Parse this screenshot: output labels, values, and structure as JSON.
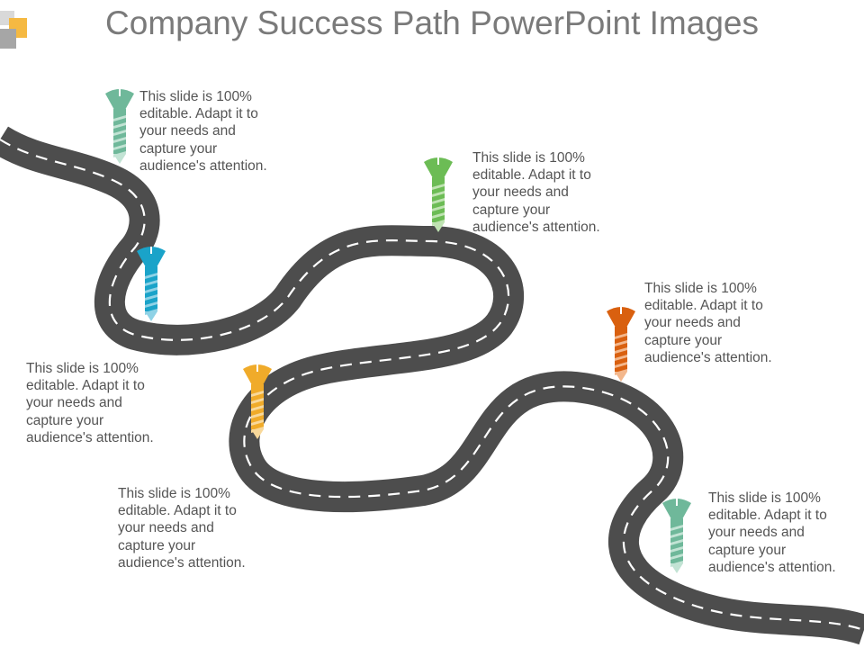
{
  "title": "Company Success Path PowerPoint Images",
  "colors": {
    "road": "#4d4d4d",
    "road_dash": "#ffffff",
    "title": "#7a7a7a",
    "text": "#555555",
    "logo_gray": "#a6a6a6",
    "logo_orange": "#f5b942",
    "logo_light": "#d9d9d9"
  },
  "milestones": [
    {
      "text": "This slide is 100% editable. Adapt it to your needs and capture your audience's attention.",
      "pin_color": "#6fb89a",
      "pin_light": "#c2e3d4"
    },
    {
      "text": "This slide is 100% editable. Adapt it to your needs and capture your audience's attention.",
      "pin_color": "#1aa3c9",
      "pin_light": "#8fd2e6"
    },
    {
      "text": "This slide is 100% editable. Adapt it to your needs and capture your audience's attention.",
      "pin_color": "#6cbc55",
      "pin_light": "#bfe3b2"
    },
    {
      "text": "This slide is 100% editable. Adapt it to your needs and capture your audience's attention.",
      "pin_color": "#f0ab2a",
      "pin_light": "#f8d89a"
    },
    {
      "text": "This slide is 100% editable. Adapt it to your needs and capture your audience's attention.",
      "pin_color": "#d9600f",
      "pin_light": "#f3b78c"
    },
    {
      "text": "This slide is 100% editable. Adapt it to your needs and capture your audience's attention.",
      "pin_color": "#6fb89a",
      "pin_light": "#c2e3d4"
    }
  ]
}
